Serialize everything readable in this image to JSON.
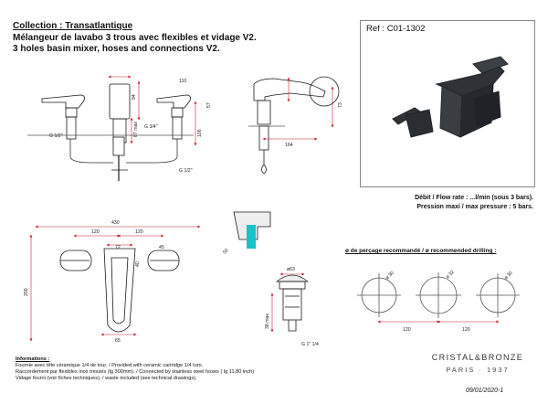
{
  "header": {
    "collection": "Collection : Transatlantique",
    "line_fr": "Mélangeur de lavabo 3 trous avec flexibles et vidage V2.",
    "line_en": "3 holes basin mixer, hoses and connections V2."
  },
  "reference": "Ref : C01-1302",
  "flow": {
    "rate": "Débit / Flow rate : ...l/min (sous 3 bars).",
    "pressure": "Pression maxi / max pressure : 5 bars."
  },
  "drilling_title": "ø de perçage recommandé / ø recommended drilling :",
  "dims": {
    "d94": "94",
    "d87max": "87 max",
    "g12a": "G 1/2\"",
    "g34": "G 3/4\"",
    "d106": "106",
    "d110": "110",
    "d57": "57",
    "d73": "73",
    "d164": "164",
    "g12b": "G 1/2\"",
    "d430": "430",
    "d120a": "120",
    "d120b": "120",
    "d72": "72",
    "d40": "40",
    "d45": "45",
    "d200": "200",
    "d65": "65",
    "d50": "50",
    "d63": "ø63",
    "d38max": "38 max",
    "g114": "G 1\" 1/4",
    "phi30a": "ø 30",
    "phi32": "ø 32",
    "phi30b": "ø 30",
    "d120c": "120",
    "d120d": "120"
  },
  "info": {
    "title": "Informations :",
    "l1": "Fournie avec tête céramique 1/4 de tour. / Provided with ceramic cartridge 1/4 turn.",
    "l2": "Raccordement par flexibles inox tressés (lg 300mm). / Connected by stainless steel hoses ( lg 11,80 inch)",
    "l3": "Vidage fourni (voir fiches techniques). / waste included (see technical drawings)."
  },
  "brand": {
    "name": "CRISTAL&BRONZE",
    "city": "PARIS · 1937"
  },
  "date": "09/01/2020-1",
  "colors": {
    "line": "#1a1a1a",
    "dim": "#c0202a",
    "accent": "#19c2c9",
    "product": "#2f3338"
  }
}
